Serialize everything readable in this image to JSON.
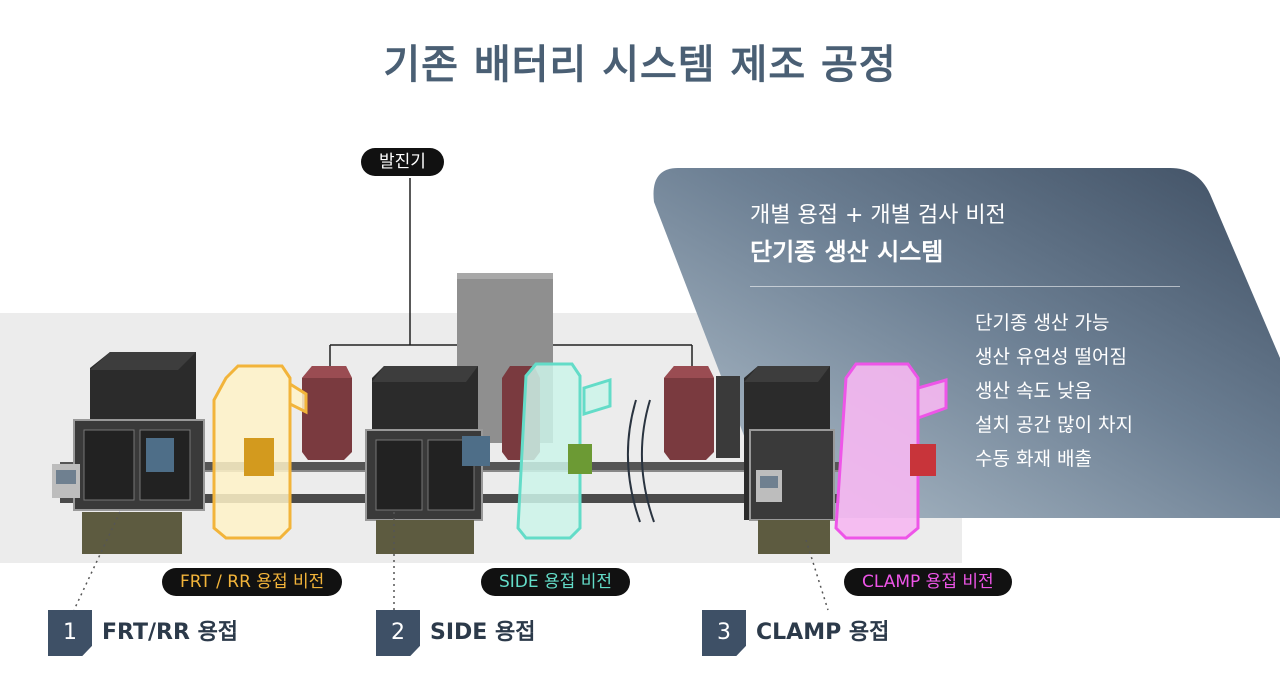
{
  "title": "기존 배터리 시스템 제조 공정",
  "controller_label": "발진기",
  "panel": {
    "subtitle": "개별 용접 + 개별 검사 비전",
    "headline": "단기종 생산 시스템",
    "features": [
      "단기종 생산 가능",
      "생산 유연성 떨어짐",
      "생산 속도 낮음",
      "설치 공간 많이 차지",
      "수동 화재 배출"
    ]
  },
  "vision_tags": [
    {
      "label": "FRT / RR 용접 비전",
      "color": "#f2b43a"
    },
    {
      "label": "SIDE 용접 비전",
      "color": "#63dcc8"
    },
    {
      "label": "CLAMP 용접 비전",
      "color": "#ee55e8"
    }
  ],
  "steps": [
    {
      "number": "1",
      "label": "FRT/RR 용접"
    },
    {
      "number": "2",
      "label": "SIDE 용접"
    },
    {
      "number": "3",
      "label": "CLAMP 용접"
    }
  ],
  "colors": {
    "title": "#4a5f74",
    "step_badge": "#3e5066",
    "panel_dark": "#495a6e",
    "panel_light": "#a9b8c5"
  }
}
